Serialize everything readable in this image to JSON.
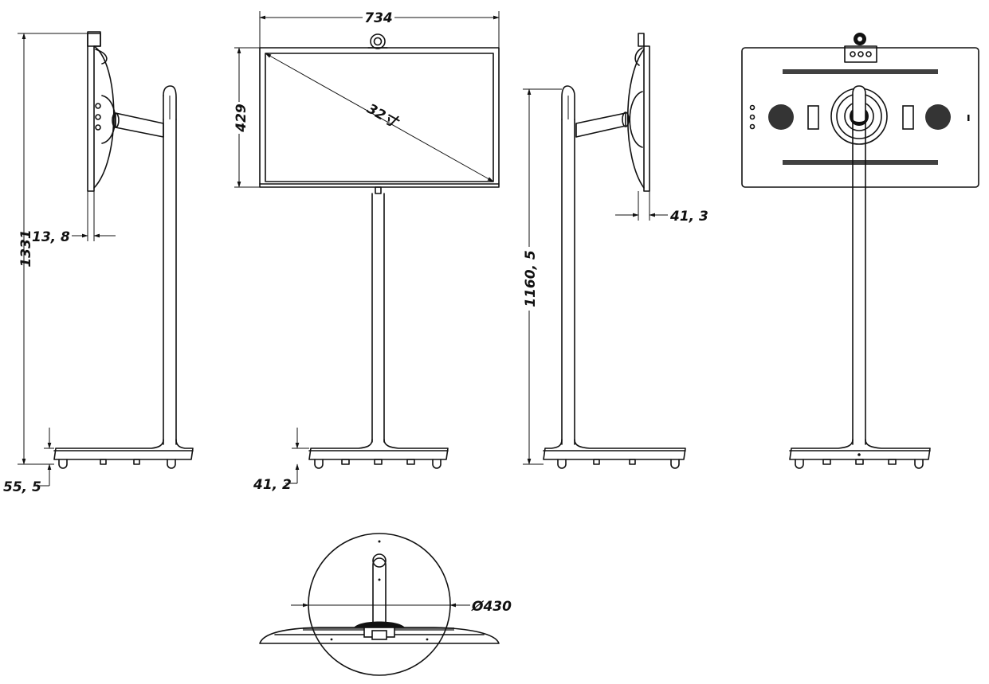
{
  "dimensions": {
    "width": "734",
    "height": "429",
    "diagonal": "32寸",
    "total_height": "1331",
    "screen_depth": "13, 8",
    "base_height_side": "55, 5",
    "base_height_front": "41, 2",
    "screen_depth_rear": "41, 3",
    "pole_height": "1160, 5",
    "base_diameter": "Ø430"
  }
}
